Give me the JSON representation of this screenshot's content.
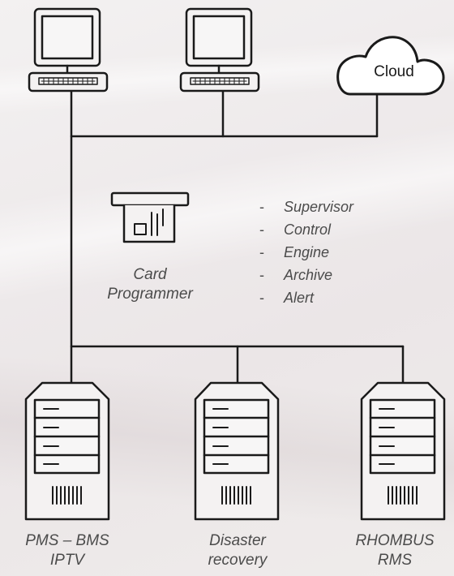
{
  "diagram": {
    "cloud": {
      "label": "Cloud"
    },
    "card_programmer": {
      "line1": "Card",
      "line2": "Programmer"
    },
    "features": [
      "Supervisor",
      "Control",
      "Engine",
      "Archive",
      "Alert"
    ],
    "servers": [
      {
        "line1": "PMS – BMS",
        "line2": "IPTV"
      },
      {
        "line1": "Disaster",
        "line2": "recovery"
      },
      {
        "line1": "RHOMBUS",
        "line2": "RMS"
      }
    ],
    "colors": {
      "stroke": "#1a1a1a",
      "label": "#4b4b4b"
    }
  }
}
